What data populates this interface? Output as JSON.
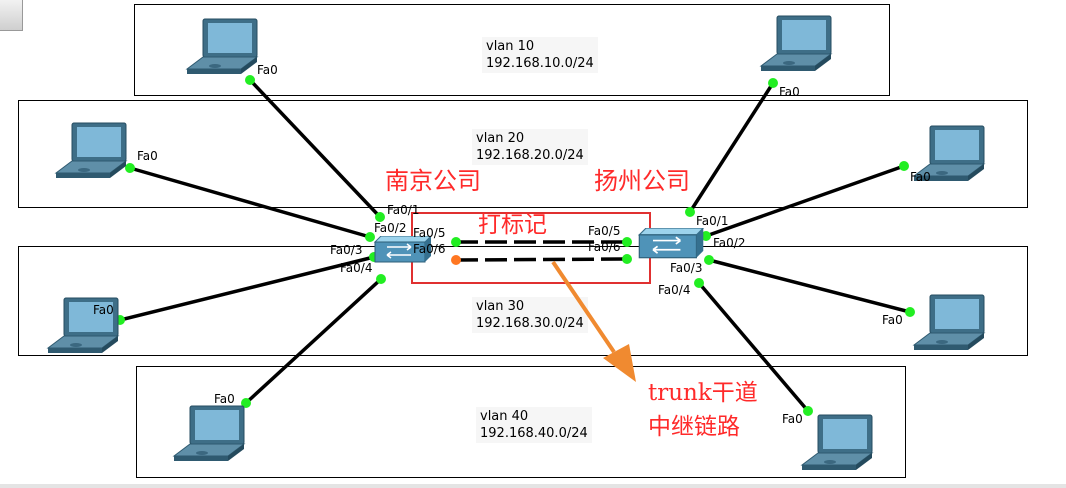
{
  "vlans": [
    {
      "name": "vlan 10",
      "subnet": "192.168.10.0/24"
    },
    {
      "name": "vlan 20",
      "subnet": "192.168.20.0/24"
    },
    {
      "name": "vlan 30",
      "subnet": "192.168.30.0/24"
    },
    {
      "name": "vlan 40",
      "subnet": "192.168.40.0/24"
    }
  ],
  "companies": {
    "left": "南京公司",
    "right": "扬州公司"
  },
  "annotations": {
    "tag": "打标记",
    "trunk_line1": "trunk干道",
    "trunk_line2": "中继链路"
  },
  "ports": {
    "pc_port": "Fa0",
    "left_switch": [
      "Fa0/1",
      "Fa0/2",
      "Fa0/3",
      "Fa0/4",
      "Fa0/5",
      "Fa0/6"
    ],
    "right_switch": [
      "Fa0/1",
      "Fa0/2",
      "Fa0/3",
      "Fa0/4",
      "Fa0/5",
      "Fa0/6"
    ]
  },
  "colors": {
    "link_up": "#22ee22",
    "link_down": "#ff7722",
    "annotation": "#ff2a2a",
    "arrow": "#f08a30",
    "pc_screen": "#7fb8d8"
  },
  "icons": {
    "pc": "laptop-icon",
    "switch": "switch-icon",
    "arrow": "arrow-icon"
  }
}
